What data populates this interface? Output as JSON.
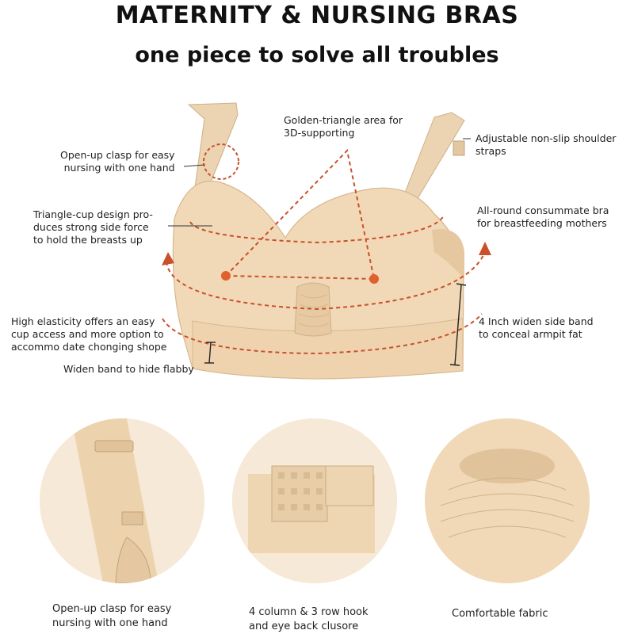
{
  "header": {
    "title": "MATERNITY & NURSING BRAS",
    "subtitle": "one piece to solve all troubles"
  },
  "annotations": {
    "golden_triangle": "Golden-triangle area for\n3D-supporting",
    "adjustable_straps": "Adjustable non-slip shoulder\nstraps",
    "open_up_clasp": "Open-up clasp for easy\nnursing with one hand",
    "triangle_cup": "Triangle-cup design pro-\nduces strong side force\nto hold the breasts up",
    "all_round": "All-round consummate bra\nfor breastfeeding mothers",
    "high_elasticity": "High elasticity offers an easy\ncup access and more option to\naccommo date chonging shope",
    "side_band": "4 Inch widen side band\nto conceal armpit fat",
    "widen_band": "Widen band to hide flabby"
  },
  "details": [
    {
      "caption": "Open-up clasp for easy\nnursing with one hand"
    },
    {
      "caption": "4 column & 3 row hook\nand eye back clusore"
    },
    {
      "caption": "Comfortable fabric"
    }
  ],
  "colors": {
    "fabric": "#f1d9b8",
    "fabric_shadow": "#dfc29d",
    "accent_dashed": "#c9502a",
    "dot": "#e0602e"
  }
}
